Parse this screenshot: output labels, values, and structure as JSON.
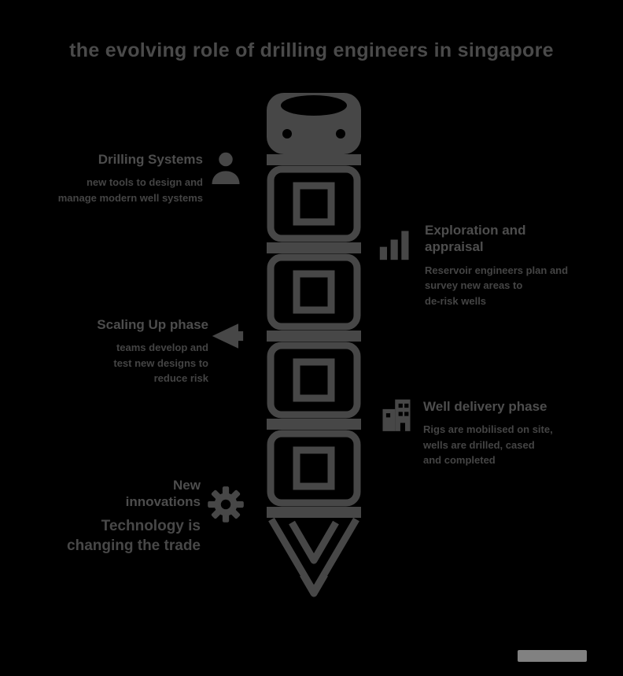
{
  "colors": {
    "background": "#000000",
    "ink": "#474747",
    "heading_ink": "#4d4d4d",
    "body_ink": "#444444",
    "watermark": "#8f8f8f"
  },
  "title": "the evolving role of drilling engineers in singapore",
  "diagram": {
    "type": "drill-pencil-timeline",
    "segments": 5,
    "description": "vertical drill/pencil shape: cylinder cap with two rivets, four stacked outlined segments, downward pointed tip"
  },
  "annotations": [
    {
      "id": "stage-1",
      "side": "left",
      "icon": "person-icon",
      "heading": [
        "Drilling Systems"
      ],
      "body": [
        "new tools to design and",
        "manage modern well systems"
      ]
    },
    {
      "id": "stage-2",
      "side": "right",
      "icon": "bar-chart-icon",
      "heading": [
        "Exploration and",
        "appraisal"
      ],
      "body": [
        "Reservoir engineers plan and",
        "survey new areas to",
        "de-risk wells"
      ]
    },
    {
      "id": "stage-3",
      "side": "left",
      "icon": "funnel-icon",
      "heading": [
        "Scaling Up phase"
      ],
      "body": [
        "teams develop and",
        "test new designs to",
        "reduce risk"
      ]
    },
    {
      "id": "stage-4",
      "side": "right",
      "icon": "building-icon",
      "heading": [
        "Well delivery phase"
      ],
      "body": [
        "Rigs are mobilised on site,",
        "wells are drilled, cased",
        "and completed"
      ]
    },
    {
      "id": "stage-5",
      "side": "left",
      "icon": "gear-icon",
      "heading": [
        "New",
        "innovations"
      ],
      "body": [
        "Technology is",
        "changing the trade"
      ]
    }
  ]
}
